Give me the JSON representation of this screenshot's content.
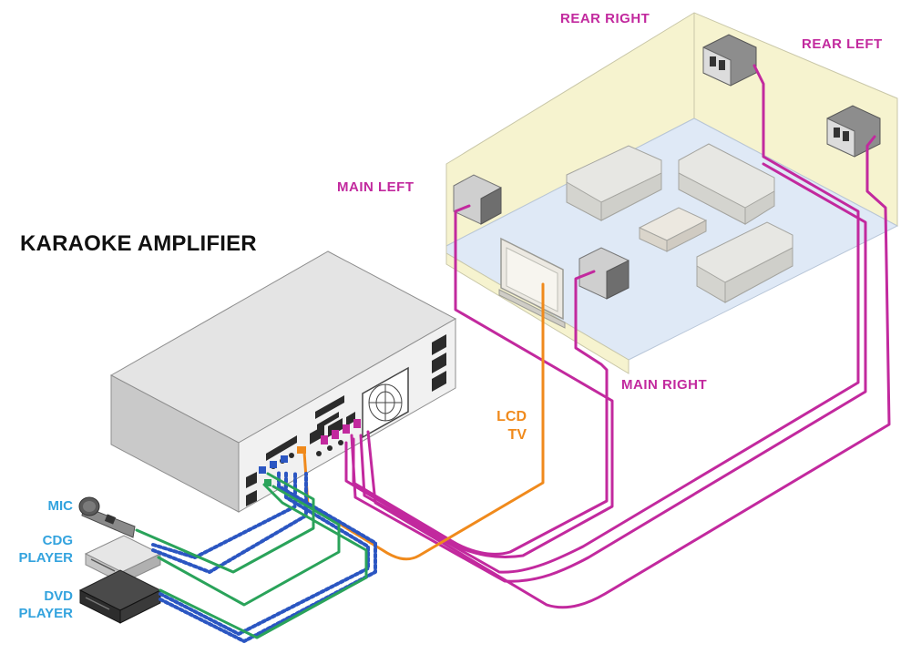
{
  "title": "KARAOKE AMPLIFIER",
  "speakers": {
    "rear_right": "REAR RIGHT",
    "rear_left": "REAR LEFT",
    "main_left": "MAIN LEFT",
    "main_right": "MAIN RIGHT"
  },
  "display": {
    "line1": "LCD",
    "line2": "TV"
  },
  "sources": {
    "mic": "MIC",
    "cdg_line1": "CDG",
    "cdg_line2": "PLAYER",
    "dvd_line1": "DVD",
    "dvd_line2": "PLAYER"
  },
  "colors": {
    "speaker_cable": "#c2299e",
    "video_cable": "#f08a1c",
    "mic_cable": "#2aa35a",
    "audio_cable": "#2b56c2",
    "speaker_label": "#c2299e",
    "source_label": "#33a3de",
    "room_wall": "#f6f3cf",
    "room_floor": "#dfe9f6"
  }
}
